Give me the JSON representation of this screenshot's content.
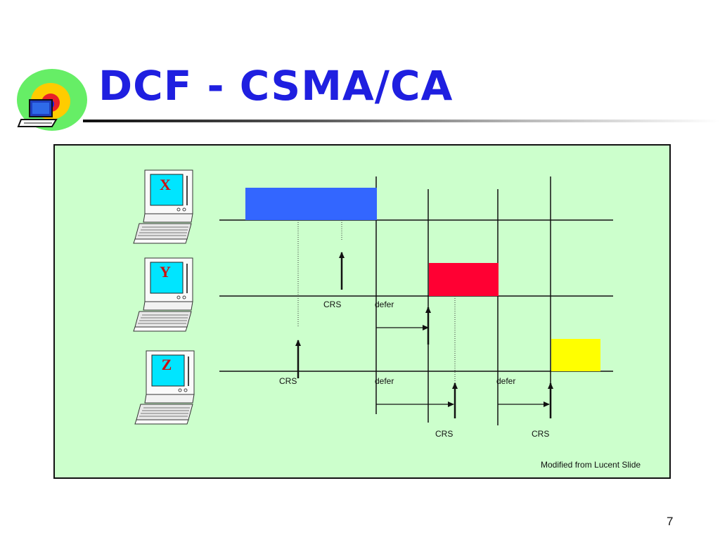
{
  "slide": {
    "title": "DCF - CSMA/CA",
    "credit": "Modified from Lucent Slide",
    "page_number": "7"
  },
  "colors": {
    "title": "#1f1fe0",
    "panel_background": "#ccffcc",
    "station_x_frame": "#3366ff",
    "station_y_frame": "#ff0033",
    "station_z_frame": "#ffff00",
    "station_letter": "#cc1010",
    "screen": "#00e5ff"
  },
  "stations": [
    {
      "letter": "X"
    },
    {
      "letter": "Y"
    },
    {
      "letter": "Z"
    }
  ],
  "labels": {
    "crs_y": "CRS",
    "defer_y": "defer",
    "crs_z": "CRS",
    "defer_z_1": "defer",
    "defer_z_2": "defer",
    "crs_bottom_1": "CRS",
    "crs_bottom_2": "CRS"
  },
  "icons": {
    "logo": "laptop-target-logo-icon",
    "station": "laptop-computer-icon",
    "marker": "up-arrow-icon",
    "defer": "right-arrow-icon"
  }
}
